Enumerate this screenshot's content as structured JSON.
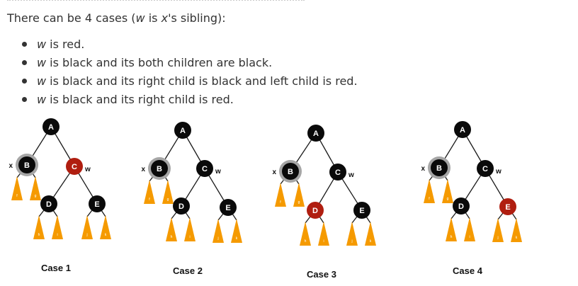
{
  "intro": {
    "prefix": "There can be 4 cases (",
    "w": "w",
    "is": " is ",
    "x": "x",
    "suffix": "'s sibling):"
  },
  "cases": [
    {
      "var": "w",
      "text": " is red."
    },
    {
      "var": "w",
      "text": " is black and its both children are black."
    },
    {
      "var": "w",
      "text": " is black and its right child is black and left child is red."
    },
    {
      "var": "w",
      "text": " is black and its right child is red."
    }
  ],
  "colors": {
    "red_node": "#b01e10",
    "black_node": "#0a0a0a",
    "x_halo": "#a6a6a6",
    "subtree": "#f59a00",
    "edge": "#1a1a1a"
  },
  "diagrams": [
    {
      "label": "Case 1",
      "A": {
        "text": "A",
        "color": "black"
      },
      "B": {
        "text": "B",
        "color": "black",
        "marker": "x"
      },
      "C": {
        "text": "C",
        "color": "red",
        "marker": "w"
      },
      "D": {
        "text": "D",
        "color": "black"
      },
      "E": {
        "text": "E",
        "color": "black"
      },
      "subtrees": [
        "f",
        "g",
        "h",
        "i",
        "j",
        "k"
      ]
    },
    {
      "label": "Case 2",
      "A": {
        "text": "A",
        "color": "black"
      },
      "B": {
        "text": "B",
        "color": "black",
        "marker": "x"
      },
      "C": {
        "text": "C",
        "color": "black",
        "marker": "w"
      },
      "D": {
        "text": "D",
        "color": "black"
      },
      "E": {
        "text": "E",
        "color": "black"
      },
      "subtrees": [
        "f",
        "g",
        "h",
        "i",
        "j",
        "k"
      ]
    },
    {
      "label": "Case 3",
      "A": {
        "text": "A",
        "color": "black"
      },
      "B": {
        "text": "B",
        "color": "black",
        "marker": "x"
      },
      "C": {
        "text": "C",
        "color": "black",
        "marker": "w"
      },
      "D": {
        "text": "D",
        "color": "red"
      },
      "E": {
        "text": "E",
        "color": "black"
      },
      "subtrees": [
        "f",
        "g",
        "h",
        "i",
        "j",
        "k"
      ]
    },
    {
      "label": "Case 4",
      "A": {
        "text": "A",
        "color": "black"
      },
      "B": {
        "text": "B",
        "color": "black",
        "marker": "x"
      },
      "C": {
        "text": "C",
        "color": "black",
        "marker": "w"
      },
      "D": {
        "text": "D",
        "color": "black"
      },
      "E": {
        "text": "E",
        "color": "red"
      },
      "subtrees": [
        "f",
        "g",
        "h",
        "i",
        "j",
        "k"
      ]
    }
  ]
}
